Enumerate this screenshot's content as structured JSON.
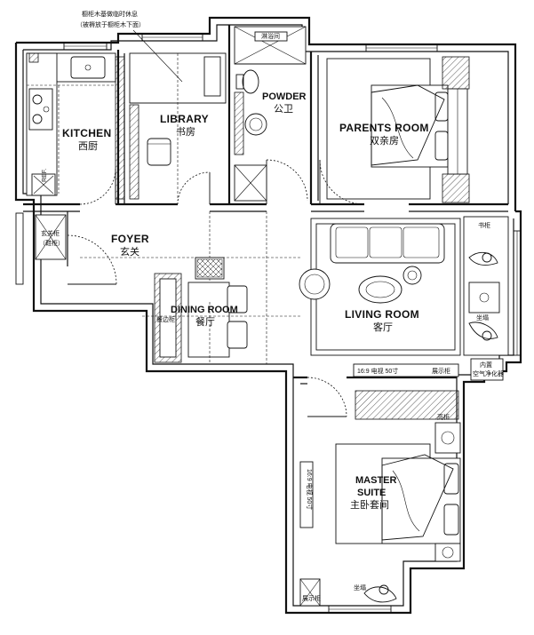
{
  "annotation": {
    "line1": "橱柜木基做临时休息",
    "line2": "（被褥放于橱柜木下面）"
  },
  "rooms": {
    "kitchen": {
      "en": "KITCHEN",
      "cn": "西厨"
    },
    "library": {
      "en": "LIBRARY",
      "cn": "书房"
    },
    "powder": {
      "en": "POWDER",
      "cn": "公卫"
    },
    "parents_room": {
      "en": "PARENTS ROOM",
      "cn": "双亲房"
    },
    "foyer": {
      "en": "FOYER",
      "cn": "玄关"
    },
    "dining_room": {
      "en": "DINING ROOM",
      "cn": "餐厅"
    },
    "living_room": {
      "en": "LIVING ROOM",
      "cn": "客厅"
    },
    "master_suite": {
      "en_line1": "MASTER",
      "en_line2": "SUITE",
      "cn": "主卧套间"
    }
  },
  "labels": {
    "shower": "淋浴间",
    "shoe_cabinet_line1": "玄关柜",
    "shoe_cabinet_line2": "（鞋柜）",
    "sideboard": "餐边柜",
    "tv_living": "16:9 电视 50寸",
    "tv_master": "16:9 电视 50寸",
    "window_seat_living": "坐塌",
    "window_seat_master": "坐塌",
    "storage_living": "展示柜",
    "purifier_line1": "内置",
    "purifier_line2": "空气净化器",
    "cabinet_living_top": "书柜",
    "cabinet_master": "展示柜",
    "fridge": "REF.",
    "tall_cabinet": "高柜"
  }
}
